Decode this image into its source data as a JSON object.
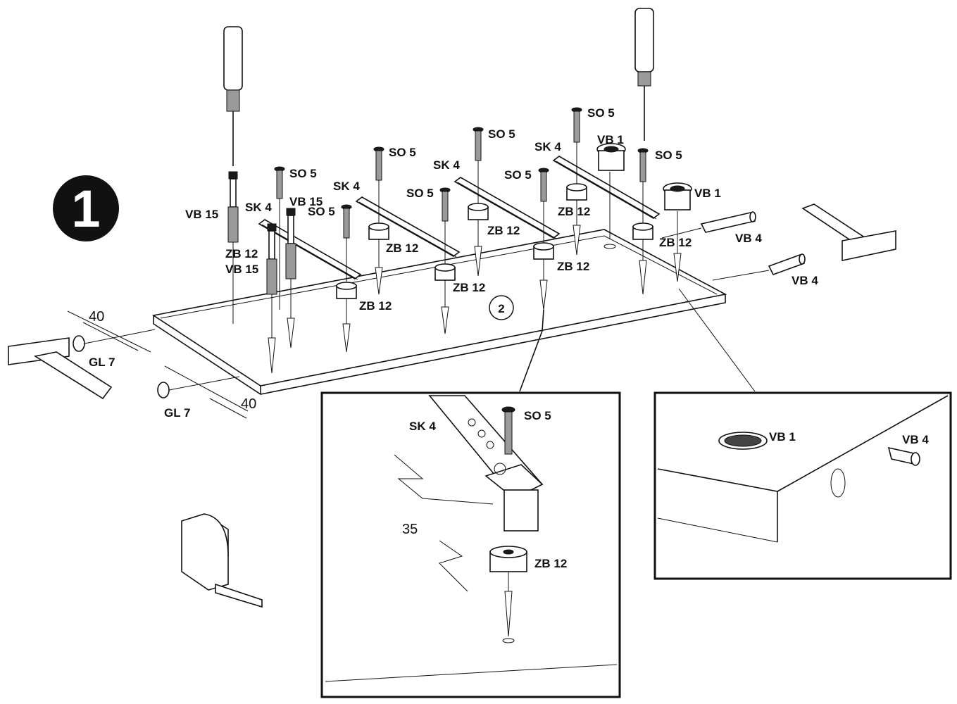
{
  "step": {
    "number": "1",
    "sub_step": "2"
  },
  "labels": {
    "so5": "SO 5",
    "sk4": "SK 4",
    "zb12": "ZB 12",
    "vb1": "VB 1",
    "vb4": "VB 4",
    "vb15": "VB 15",
    "gl7": "GL 7"
  },
  "dimensions": {
    "left_offset": "40",
    "detail_offset": "35"
  },
  "detail_left": {
    "so5": "SO 5",
    "sk4": "SK 4",
    "zb12": "ZB 12",
    "offset": "35"
  },
  "detail_right": {
    "vb1": "VB 1",
    "vb4": "VB 4"
  }
}
